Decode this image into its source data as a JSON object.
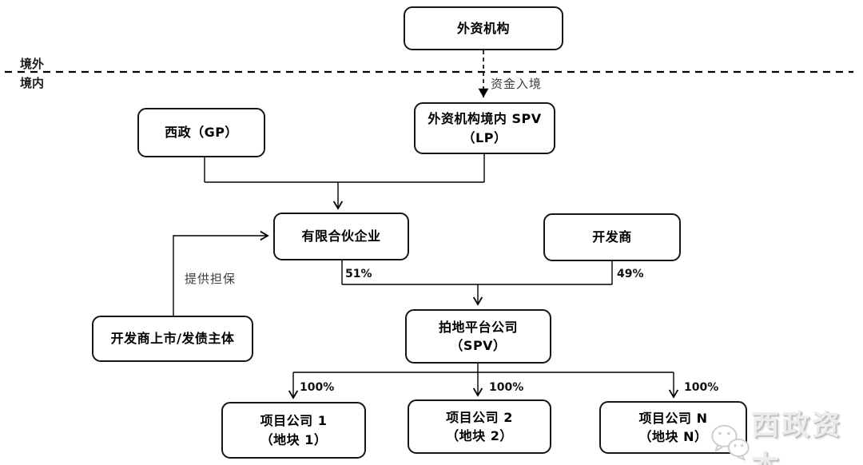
{
  "regions": {
    "outside": "境外",
    "inside": "境内"
  },
  "nodes": {
    "foreign_institution": {
      "label": "外资机构"
    },
    "xizheng_gp": {
      "label": "西政（GP）"
    },
    "foreign_spv": {
      "line1": "外资机构境内 SPV",
      "line2": "（LP）"
    },
    "limited_partnership": {
      "label": "有限合伙企业"
    },
    "developer": {
      "label": "开发商"
    },
    "land_platform": {
      "line1": "拍地平台公司",
      "line2": "（SPV）"
    },
    "developer_listing": {
      "label": "开发商上市/发债主体"
    },
    "projects": [
      {
        "line1": "项目公司 1",
        "line2": "（地块 1）",
        "share": "100%"
      },
      {
        "line1": "项目公司 2",
        "line2": "（地块 2）",
        "share": "100%"
      },
      {
        "line1": "项目公司 N",
        "line2": "（地块 N）",
        "share": "100%"
      }
    ]
  },
  "edges": {
    "funds_inbound_label": "资金入境",
    "guarantee_label": "提供担保",
    "lp_to_platform_share": "51%",
    "developer_to_platform_share": "49%"
  },
  "watermark": {
    "brand": "西政资本",
    "icon": "wechat-logo"
  },
  "colors": {
    "line": "#000000",
    "box_border": "#161616",
    "text": "#000000",
    "edge_label": "#3d3d3d",
    "watermark": "#d9d9d9"
  }
}
